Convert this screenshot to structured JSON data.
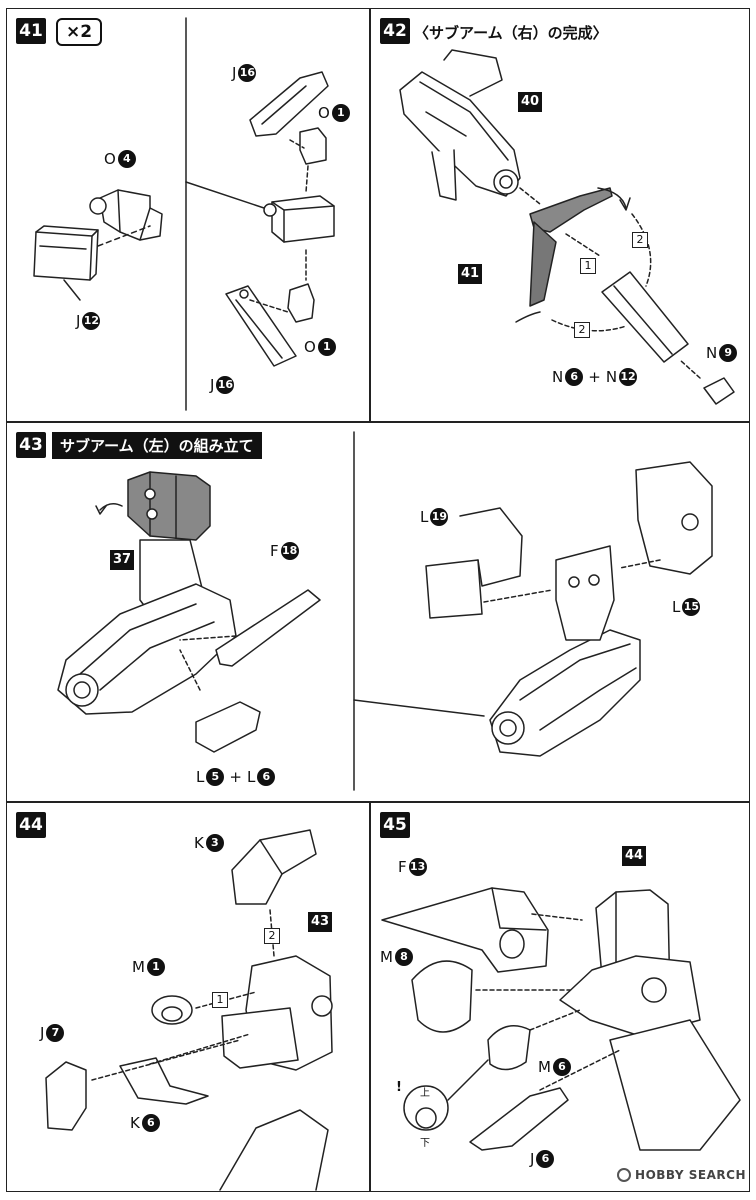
{
  "steps": {
    "s41": {
      "num": "41",
      "multiplier": "×2",
      "labels": {
        "o4": {
          "letter": "O",
          "num": "4"
        },
        "j12": {
          "letter": "J",
          "num": "12"
        },
        "j16a": {
          "letter": "J",
          "num": "16"
        },
        "o1a": {
          "letter": "O",
          "num": "1"
        },
        "o1b": {
          "letter": "O",
          "num": "1"
        },
        "j16b": {
          "letter": "J",
          "num": "16"
        }
      }
    },
    "s42": {
      "num": "42",
      "title": "〈サブアーム（右）の完成〉",
      "ref40": "40",
      "ref41": "41",
      "seq1": "1",
      "seq2a": "2",
      "seq2b": "2",
      "labels": {
        "n9": {
          "letter": "N",
          "num": "9"
        },
        "n6": {
          "letter": "N",
          "num": "6"
        },
        "plus": "+",
        "n12": {
          "letter": "N",
          "num": "12"
        }
      }
    },
    "s43": {
      "num": "43",
      "title": "サブアーム（左）の組み立て",
      "ref37": "37",
      "labels": {
        "f18": {
          "letter": "F",
          "num": "18"
        },
        "l5": {
          "letter": "L",
          "num": "5"
        },
        "plus": "+",
        "l6": {
          "letter": "L",
          "num": "6"
        },
        "l19": {
          "letter": "L",
          "num": "19"
        },
        "l15": {
          "letter": "L",
          "num": "15"
        }
      }
    },
    "s44": {
      "num": "44",
      "ref43": "43",
      "seq1": "1",
      "seq2": "2",
      "labels": {
        "k3": {
          "letter": "K",
          "num": "3"
        },
        "m1": {
          "letter": "M",
          "num": "1"
        },
        "j7": {
          "letter": "J",
          "num": "7"
        },
        "k6": {
          "letter": "K",
          "num": "6"
        }
      }
    },
    "s45": {
      "num": "45",
      "ref44": "44",
      "labels": {
        "f13": {
          "letter": "F",
          "num": "13"
        },
        "m8": {
          "letter": "M",
          "num": "8"
        },
        "m6": {
          "letter": "M",
          "num": "6"
        },
        "j6": {
          "letter": "J",
          "num": "6"
        }
      },
      "note": {
        "top": "上",
        "bottom": "下",
        "mark": "!"
      }
    }
  },
  "watermark": "HOBBY SEARCH"
}
